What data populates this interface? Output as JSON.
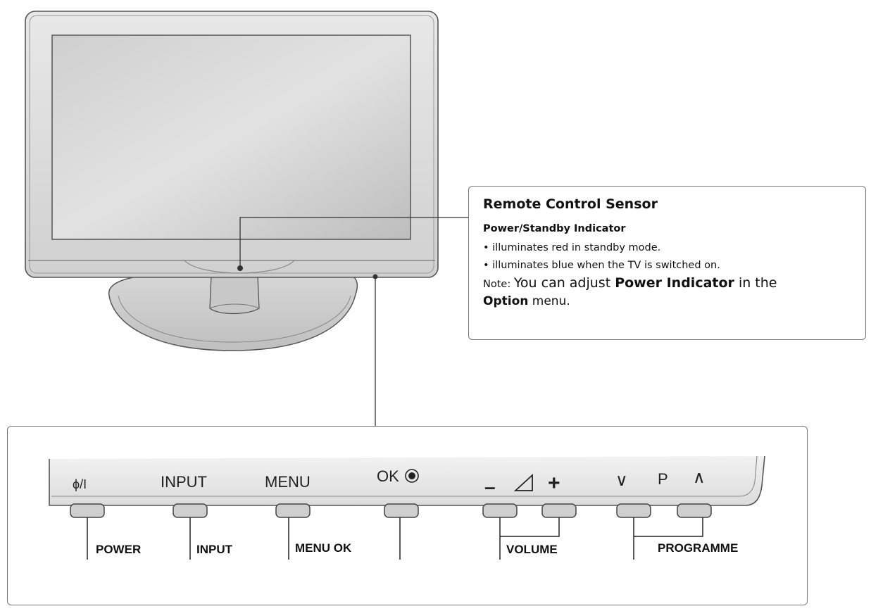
{
  "callout": {
    "title": "Remote Control Sensor",
    "subtitle": "Power/Standby Indicator",
    "bullet1": "• illuminates red in standby mode.",
    "bullet2": "• illuminates blue when the TV is switched on.",
    "note_prefix": "Note: ",
    "note_text1": "You can adjust ",
    "note_bold1": "Power Indicator",
    "note_text2": " in the",
    "note_bold2": "Option",
    "note_text3": " menu."
  },
  "buttons": {
    "power": "ϕ/I",
    "input": "INPUT",
    "menu": "MENU",
    "ok": "OK",
    "vol_minus": "–",
    "vol_plus": "+",
    "prog_down": "∨",
    "prog_p": "P",
    "prog_up": "∧"
  },
  "parts": {
    "power": "POWER",
    "input": "INPUT",
    "menu_ok": "MENU OK",
    "volume": "VOLUME",
    "programme": "PROGRAMME"
  },
  "colors": {
    "bezel": "#d6d6d6",
    "screen": "#c4c4c4",
    "outline": "#555555",
    "stand": "#cfcfcf"
  }
}
